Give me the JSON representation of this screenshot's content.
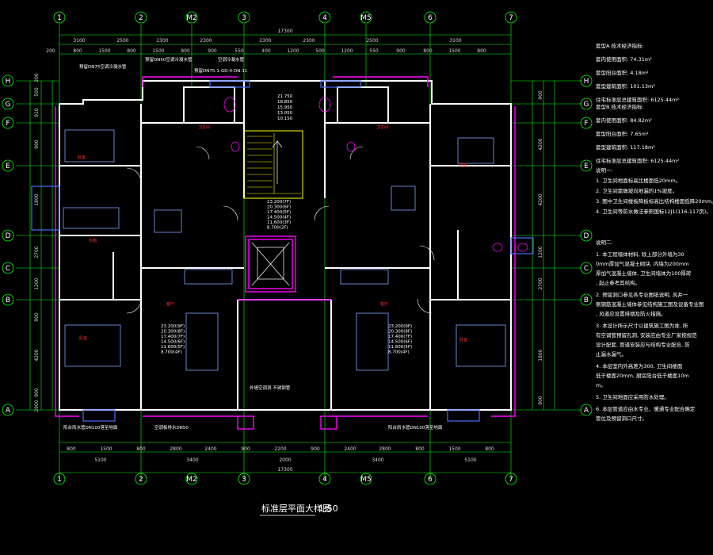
{
  "title": {
    "text": "标准层平面大样图",
    "scale": "1:50"
  },
  "grid": {
    "columns": [
      "1",
      "2",
      "M2",
      "3",
      "4",
      "M5",
      "6",
      "7"
    ],
    "rows": [
      "H",
      "G",
      "F",
      "E",
      "D",
      "C",
      "B",
      "A"
    ]
  },
  "dimensions": {
    "top_total": "17300",
    "top_row1": [
      "3100",
      "2500",
      "2300",
      "2300",
      "2300",
      "2300",
      "2500",
      "3100"
    ],
    "top_row2": [
      "200",
      "800",
      "1500",
      "800",
      "1500",
      "800",
      "900",
      "550",
      "400",
      "1200",
      "500",
      "1200",
      "550",
      "900",
      "800",
      "1500",
      "800"
    ],
    "bottom_total": "17300",
    "bottom_row1": [
      "5100",
      "3400",
      "2000",
      "3400",
      "5100"
    ],
    "bottom_row2": [
      "800",
      "1500",
      "800",
      "2800",
      "2400",
      "900",
      "2200",
      "900",
      "2400",
      "2800",
      "800",
      "1500",
      "800"
    ],
    "left": [
      "200",
      "500",
      "910",
      "900",
      "1800",
      "2700",
      "1200",
      "900",
      "4200",
      "900",
      "2900"
    ],
    "right": [
      "900",
      "4200",
      "4200",
      "1200",
      "2700",
      "1800",
      "900"
    ]
  },
  "unit_a": {
    "heading": "套型A 技术经济指标:",
    "lines": [
      "套内使用面积: 74.31m²",
      "套型阳台面积: 4.18m²",
      "套型建筑面积: 101.13m²",
      "住宅标准层总建筑面积: 6125.44m²"
    ]
  },
  "unit_b": {
    "heading": "套型B 技术经济指标:",
    "lines": [
      "套内使用面积: 84.82m²",
      "套型阳台面积: 7.65m²",
      "套型建筑面积: 117.18m²",
      "住宅标准层总建筑面积: 6125.44m²"
    ]
  },
  "notes1": {
    "heading": "说明一:",
    "items": [
      "1. 卫生间地面标高比楼面低20mm。",
      "2. 卫生间需做坡向地漏的1%坡度。",
      "3. 图中卫生间楼板降板标高比结构楼面低降20mm。",
      "4. 卫生间等防水做法参照国标12J1(116-117页)。"
    ]
  },
  "notes2": {
    "heading": "说明二:",
    "items": [
      "1. 本工程墙体材料, 除上部分外墙为300mm厚加气混凝土砌块, 内墙为200mm厚加气混凝土墙体, 卫生间墙体为100厚砖, 起止参考其结构。",
      "2. 预留洞口参见各专业图纸说明, 风井一侧钢筋混凝土墙体参见结构施工图及设备专业图, 风道应设置排烟及防火措施。",
      "3. 本设计所示尺寸以建筑施工图为准, 所有空调管预留孔洞, 安装应由专业厂家按规范设计配套, 管道安装应与结构专业配合, 防止漏水漏气。",
      "4. 本层室内外高差为300, 卫生间楼面低于楼面20mm, 厨房阳台低于楼面10mm。",
      "5. 卫生间地面应采用防水处理。",
      "6. 本层管道应由水专业、暖通专业配合确定管位及预留洞口尺寸。"
    ]
  },
  "stair_elevations": [
    "21.750",
    "18.850",
    "15.950",
    "13.050",
    "10.150"
  ],
  "center_elevations": [
    "23.200(7F)",
    "20.300(6F)",
    "17.400(5F)",
    "14.500(4F)",
    "11.600(3F)",
    "8.700(2F)"
  ],
  "left_elevations": [
    "23.200(9F)",
    "20.300(8F)",
    "17.400(7F)",
    "14.500(6F)",
    "11.600(5F)",
    "8.700(4F)"
  ],
  "right_elevations": [
    "23.200(9F)",
    "20.300(8F)",
    "17.400(7F)",
    "14.500(6F)",
    "11.600(5F)",
    "8.700(4F)"
  ],
  "top_annotations": [
    "预留DN75空调冷凝水管",
    "预留DN50空调冷凝水管",
    "空调冷凝水管",
    "预留DN75-1-GD-4-DN-11"
  ],
  "bottom_annotations": [
    "阳台雨水管DN100落至地面",
    "空调板排水DN50",
    "外墙空调洞 不锈钢管",
    "阳台雨水管DN100落至地面"
  ],
  "colors": {
    "bg": "#000000",
    "wall": "#ffffff",
    "grid": "#00ff00",
    "magenta": "#ff00ff",
    "red": "#ff3030",
    "yellow": "#ffff00",
    "cyan": "#00ffff",
    "blue": "#4a6cff"
  }
}
